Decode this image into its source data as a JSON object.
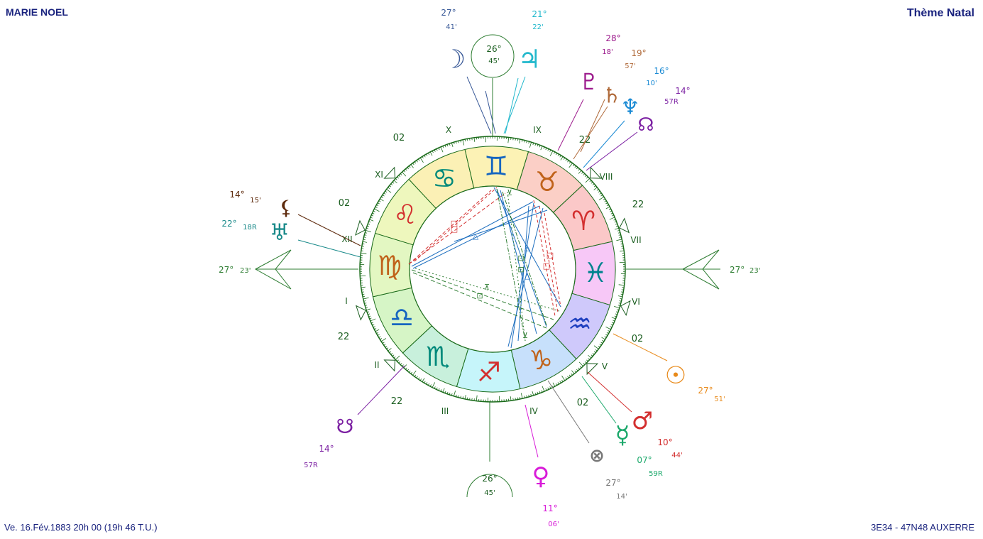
{
  "header": {
    "name": "MARIE NOEL",
    "title": "Thème Natal"
  },
  "footer": {
    "birth": "Ve. 16.Fév.1883 20h 00 (19h 46 T.U.)",
    "place": "3E34 - 47N48  AUXERRE"
  },
  "colors": {
    "ring": "#1a6b1a",
    "asc": "#2e7d32",
    "dark_green": "#1b5e20",
    "navy": "#1a237e"
  },
  "wheel": {
    "asc_degree": "27°",
    "asc_minute": "23'",
    "mc_degree": "26°",
    "mc_minute": "45'"
  },
  "signs": [
    {
      "name": "Cancer",
      "glyph": "♋",
      "fill": "#fbf0b5",
      "color": "#00897b"
    },
    {
      "name": "Gemini",
      "glyph": "♊",
      "fill": "#fcf2b5",
      "color": "#1565c0"
    },
    {
      "name": "Taurus",
      "glyph": "♉",
      "fill": "#fbcfc6",
      "color": "#c0621a"
    },
    {
      "name": "Aries",
      "glyph": "♈",
      "fill": "#fbc8c8",
      "color": "#d32f2f"
    },
    {
      "name": "Pisces",
      "glyph": "♓",
      "fill": "#f7c8f7",
      "color": "#00838f"
    },
    {
      "name": "Aquarius",
      "glyph": "♒",
      "fill": "#cfc9fb",
      "color": "#1e3fbf"
    },
    {
      "name": "Capricorn",
      "glyph": "♑",
      "fill": "#c7e0fb",
      "color": "#c0621a"
    },
    {
      "name": "Sagittarius",
      "glyph": "♐",
      "fill": "#c6f5fa",
      "color": "#d32f2f"
    },
    {
      "name": "Scorpio",
      "glyph": "♏",
      "fill": "#c8f0dc",
      "color": "#00897b"
    },
    {
      "name": "Libra",
      "glyph": "♎",
      "fill": "#d6f5c6",
      "color": "#1565c0"
    },
    {
      "name": "Virgo",
      "glyph": "♍",
      "fill": "#e3f7c2",
      "color": "#c0621a"
    },
    {
      "name": "Leo",
      "glyph": "♌",
      "fill": "#eef7bd",
      "color": "#d32f2f"
    }
  ],
  "houses": [
    {
      "numeral": "X",
      "cusp": ""
    },
    {
      "numeral": "IX",
      "cusp": "22"
    },
    {
      "numeral": "VIII",
      "cusp": "22"
    },
    {
      "numeral": "VII",
      "cusp": ""
    },
    {
      "numeral": "VI",
      "cusp": "02"
    },
    {
      "numeral": "V",
      "cusp": "02"
    },
    {
      "numeral": "IV",
      "cusp": ""
    },
    {
      "numeral": "III",
      "cusp": "22"
    },
    {
      "numeral": "II",
      "cusp": "22"
    },
    {
      "numeral": "I",
      "cusp": ""
    },
    {
      "numeral": "XII",
      "cusp": "02"
    },
    {
      "numeral": "XI",
      "cusp": "02"
    }
  ],
  "planets": [
    {
      "name": "Moon",
      "glyph": "☽",
      "deg": "27°",
      "min": "41'",
      "color": "#3a5a98",
      "minColor": "#3a5a98"
    },
    {
      "name": "Jupiter",
      "glyph": "♃",
      "deg": "21°",
      "min": "22'",
      "color": "#22b8cc",
      "minColor": "#22b8cc"
    },
    {
      "name": "Pluto",
      "glyph": "♇",
      "deg": "28°",
      "min": "18'",
      "color": "#9c1a8c",
      "minColor": "#9c1a8c"
    },
    {
      "name": "Saturn",
      "glyph": "♄",
      "deg": "19°",
      "min": "57'",
      "color": "#b06a3a",
      "minColor": "#b06a3a"
    },
    {
      "name": "Neptune",
      "glyph": "♆",
      "deg": "16°",
      "min": "10'",
      "color": "#1a8ad4",
      "minColor": "#1a8ad4"
    },
    {
      "name": "North Node",
      "glyph": "☊",
      "deg": "14°",
      "min": "57R",
      "color": "#7b1fa2",
      "minColor": "#7b1fa2"
    },
    {
      "name": "Lilith",
      "glyph": "⚸",
      "deg": "14°",
      "min": "15'",
      "color": "#5d2a0c",
      "minColor": "#5d2a0c"
    },
    {
      "name": "Uranus",
      "glyph": "♅",
      "deg": "22°",
      "min": "18R",
      "color": "#1a8a8a",
      "minColor": "#1a8a8a"
    },
    {
      "name": "Sun",
      "glyph": "☉",
      "deg": "27°",
      "min": "51'",
      "color": "#e88a1a",
      "minColor": "#e88a1a"
    },
    {
      "name": "Mars",
      "glyph": "♂",
      "deg": "10°",
      "min": "44'",
      "color": "#d32f2f",
      "minColor": "#d32f2f"
    },
    {
      "name": "Mercury",
      "glyph": "☿",
      "deg": "07°",
      "min": "59R",
      "color": "#1aa86a",
      "minColor": "#1aa86a"
    },
    {
      "name": "Part of Fortune",
      "glyph": "⊗",
      "deg": "27°",
      "min": "14'",
      "color": "#777777",
      "minColor": "#777777"
    },
    {
      "name": "Venus",
      "glyph": "♀",
      "deg": "11°",
      "min": "06'",
      "color": "#d81bd8",
      "minColor": "#d81bd8"
    },
    {
      "name": "South Node",
      "glyph": "☋",
      "deg": "14°",
      "min": "57R",
      "color": "#7b1fa2",
      "minColor": "#7b1fa2"
    }
  ]
}
